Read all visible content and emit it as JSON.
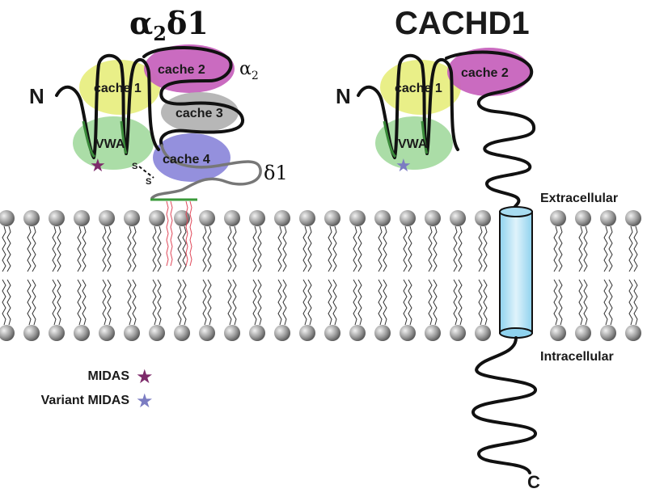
{
  "titles": {
    "left_prefix": "α",
    "left_sub": "2",
    "left_suffix": "δ1",
    "right": "CACHD1"
  },
  "left_protein": {
    "n_terminus": "N",
    "domains": {
      "cache1": "cache 1",
      "cache2": "cache 2",
      "cache3": "cache 3",
      "cache4": "cache 4",
      "vwa": "VWA"
    },
    "alpha_label": "α",
    "alpha_sub": "2",
    "delta_label": "δ1",
    "disulfide": [
      "S",
      "S"
    ]
  },
  "right_protein": {
    "n_terminus": "N",
    "c_terminus": "C",
    "domains": {
      "cache1": "cache 1",
      "cache2": "cache 2",
      "vwa": "VWA"
    }
  },
  "membrane": {
    "extracellular": "Extracellular",
    "intracellular": "Intracellular"
  },
  "legend": [
    {
      "label": "MIDAS",
      "color": "#7d2a6a"
    },
    {
      "label": "Variant MIDAS",
      "color": "#7b7cc2"
    }
  ],
  "colors": {
    "cache1": "#e6ec7a",
    "cache2": "#c25bb8",
    "cache3": "#a9a9a9",
    "cache4": "#8a86d8",
    "vwa": "#9ed79a",
    "tm_helix": "#bfe6f6",
    "gpi_anchor": "#3a9a3a",
    "lipid_tail": "#e0495a"
  }
}
